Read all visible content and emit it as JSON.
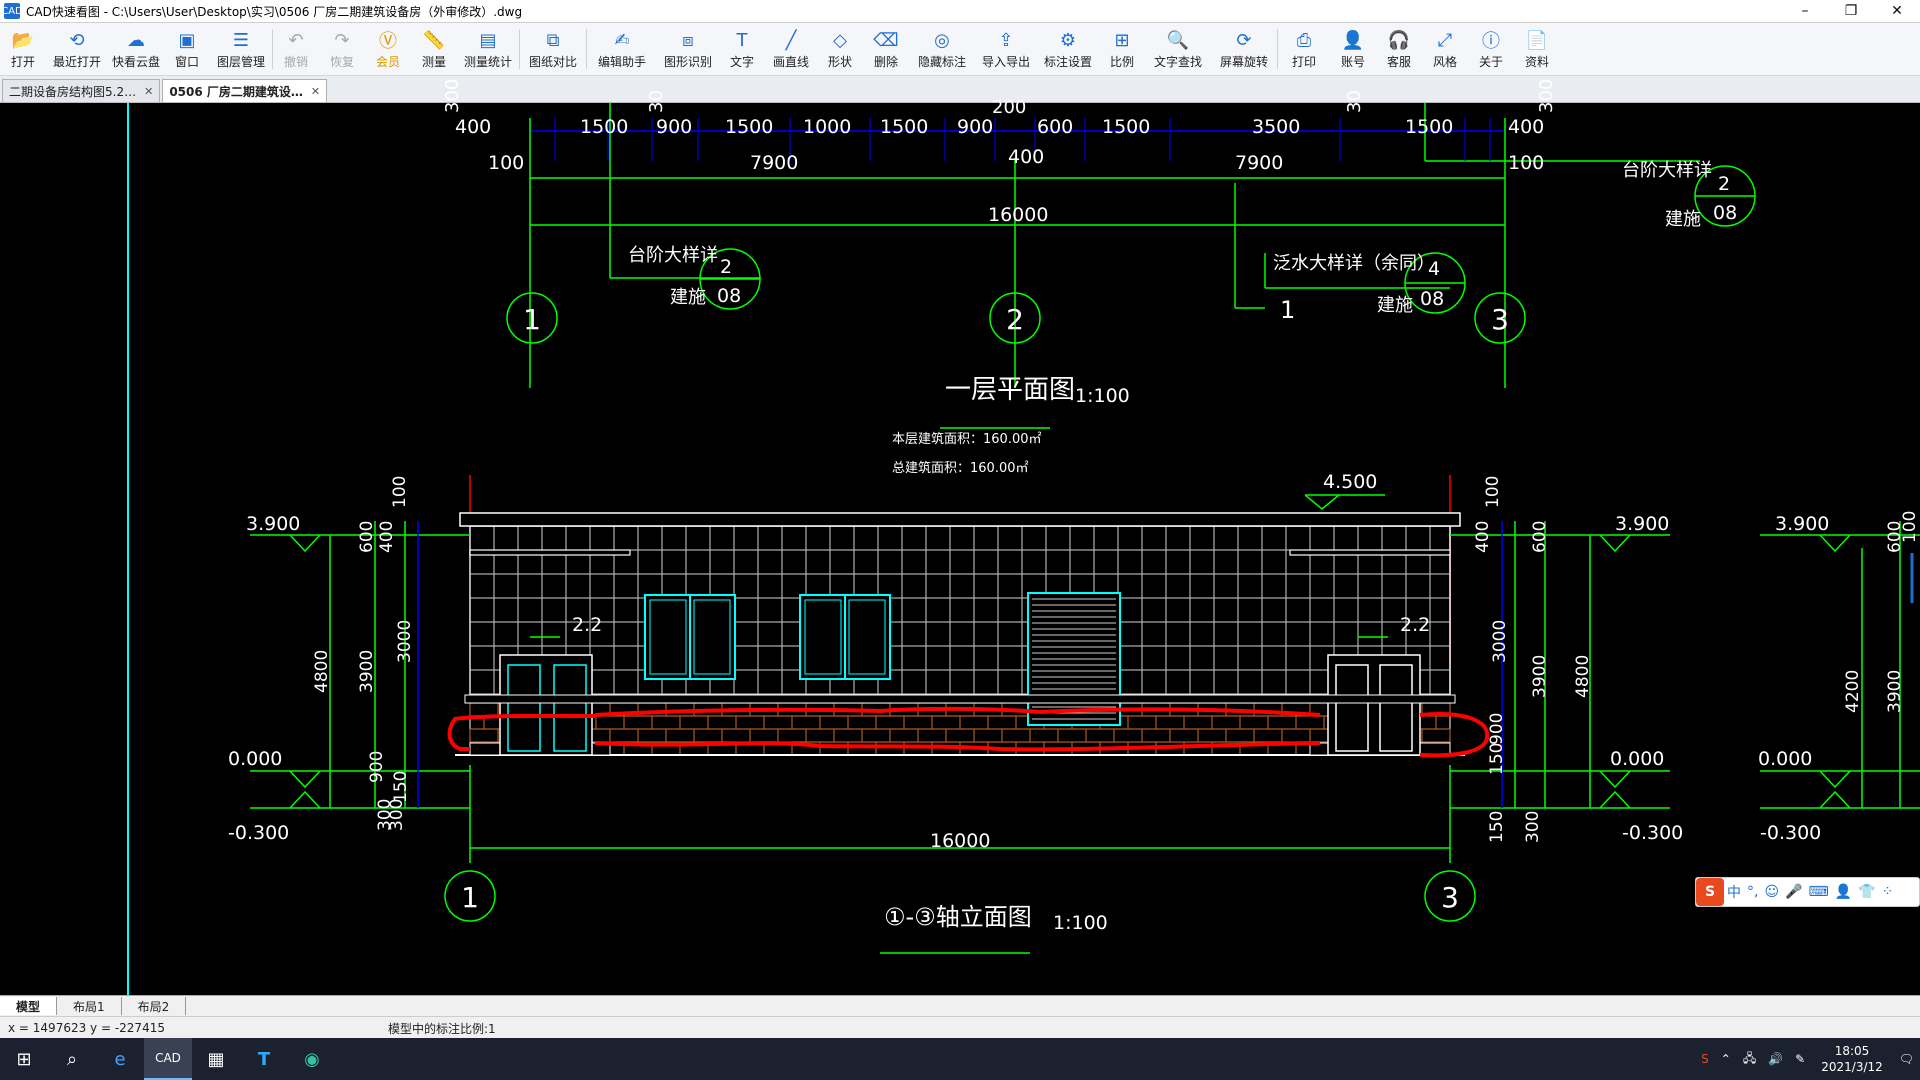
{
  "window": {
    "title": "CAD快速看图 - C:\\Users\\User\\Desktop\\实习\\0506 厂房二期建筑设备房（外审修改）.dwg",
    "app_icon": "CAD"
  },
  "toolbar": [
    {
      "label": "打开",
      "icon": "folder-open-icon"
    },
    {
      "label": "最近打开",
      "icon": "history-icon"
    },
    {
      "label": "快看云盘",
      "icon": "cloud-icon"
    },
    {
      "label": "窗口",
      "icon": "window-icon"
    },
    {
      "label": "图层管理",
      "icon": "layers-icon"
    },
    {
      "label": "撤销",
      "icon": "undo-icon",
      "disabled": true
    },
    {
      "label": "恢复",
      "icon": "redo-icon",
      "disabled": true
    },
    {
      "label": "会员",
      "icon": "vip-icon",
      "vip": true
    },
    {
      "label": "测量",
      "icon": "ruler-icon"
    },
    {
      "label": "测量统计",
      "icon": "measure-stats-icon"
    },
    {
      "label": "图纸对比",
      "icon": "compare-icon"
    },
    {
      "label": "编辑助手",
      "icon": "edit-assistant-icon"
    },
    {
      "label": "图形识别",
      "icon": "shape-recognize-icon"
    },
    {
      "label": "文字",
      "icon": "text-icon"
    },
    {
      "label": "画直线",
      "icon": "line-icon"
    },
    {
      "label": "形状",
      "icon": "shape-icon"
    },
    {
      "label": "删除",
      "icon": "eraser-icon"
    },
    {
      "label": "隐藏标注",
      "icon": "hide-annotation-icon"
    },
    {
      "label": "导入导出",
      "icon": "import-export-icon"
    },
    {
      "label": "标注设置",
      "icon": "annotation-settings-icon"
    },
    {
      "label": "比例",
      "icon": "scale-icon"
    },
    {
      "label": "文字查找",
      "icon": "text-search-icon"
    },
    {
      "label": "屏幕旋转",
      "icon": "rotate-screen-icon"
    },
    {
      "label": "打印",
      "icon": "printer-icon"
    },
    {
      "label": "账号",
      "icon": "user-icon"
    },
    {
      "label": "客服",
      "icon": "headset-icon"
    },
    {
      "label": "风格",
      "icon": "style-icon"
    },
    {
      "label": "关于",
      "icon": "info-icon"
    },
    {
      "label": "资料",
      "icon": "document-icon"
    }
  ],
  "doc_tabs": [
    {
      "label": "二期设备房结构图5.2…",
      "active": false
    },
    {
      "label": "0506 厂房二期建筑设…",
      "active": true
    }
  ],
  "drawing": {
    "top_dims_row1": [
      "400",
      "1500",
      "900",
      "1500",
      "1000",
      "1500",
      "900",
      "600",
      "1500",
      "3500",
      "1500",
      "400"
    ],
    "top_dims_row2": [
      "100",
      "7900",
      "400",
      "7900",
      "100"
    ],
    "top_overall": "16000",
    "top_small": [
      "300",
      "30",
      "200",
      "30",
      "300"
    ],
    "detail_left": {
      "text": "台阶大样详",
      "ref": "2",
      "sheet": "08",
      "sub": "建施"
    },
    "detail_mid": {
      "text": "泛水大样详（余同）",
      "ref": "4",
      "sheet": "08",
      "sub": "建施",
      "mark": "1"
    },
    "detail_right": {
      "text": "台阶大样详",
      "ref": "2",
      "sheet": "08",
      "sub": "建施"
    },
    "axes_top": [
      "1",
      "2",
      "3"
    ],
    "plan_title": "一层平面图",
    "plan_scale": "1:100",
    "area_floor": "本层建筑面积：160.00㎡",
    "area_total": "总建筑面积：160.00㎡",
    "elev_title": "①-③轴立面图",
    "elev_scale": "1:100",
    "elev_levels": [
      "3.900",
      "0.000",
      "-0.300",
      "4.500",
      "2.2"
    ],
    "elev_dims_left": [
      "100",
      "600",
      "400",
      "4800",
      "3900",
      "3000",
      "900",
      "150",
      "300",
      "300"
    ],
    "elev_dims_right": [
      "100",
      "600",
      "400",
      "3000",
      "3900",
      "4800",
      "150",
      "900",
      "150",
      "300"
    ],
    "elev_dims_far": [
      "4200",
      "3900",
      "600",
      "100"
    ],
    "elev_overall": "16000",
    "axes_bottom": [
      "1",
      "3"
    ]
  },
  "layout_tabs": [
    {
      "label": "模型",
      "active": true
    },
    {
      "label": "布局1",
      "active": false
    },
    {
      "label": "布局2",
      "active": false
    }
  ],
  "status": {
    "coords": "x = 1497623  y = -227415",
    "scale_text": "模型中的标注比例:1"
  },
  "ime": {
    "logo": "S",
    "items": [
      "中",
      "°,",
      "☺",
      "🎤",
      "⌨",
      "👤",
      "👕",
      "⁘"
    ]
  },
  "taskbar": {
    "time": "18:05",
    "date": "2021/3/12"
  },
  "colors": {
    "cad_green": "#00ff00",
    "cad_cyan": "#00ffff",
    "cad_red": "#ff0000",
    "cad_blue": "#0000ff",
    "cad_white": "#ffffff",
    "brick": "#b05a1e",
    "accent": "#1f6fd0"
  }
}
